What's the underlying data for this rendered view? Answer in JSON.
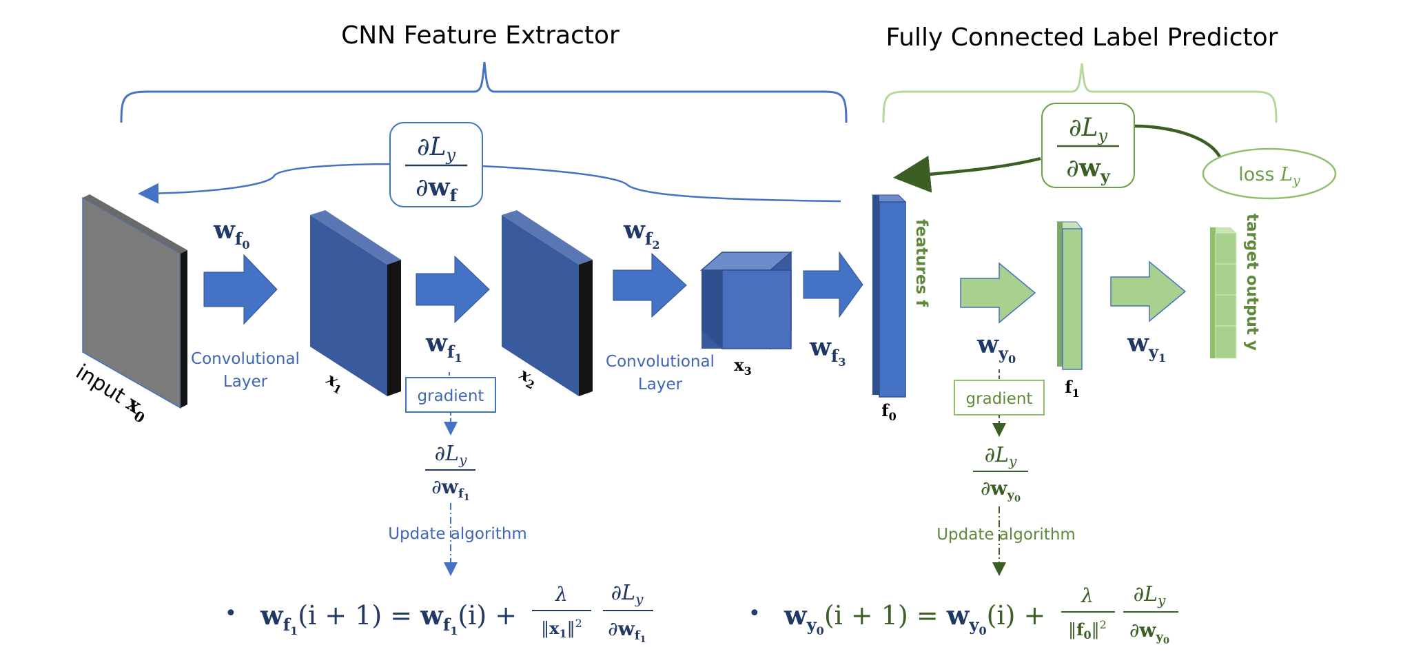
{
  "titles": {
    "cnn": "CNN Feature Extractor",
    "fc": "Fully Connected Label Predictor"
  },
  "labels": {
    "conv_layer_1": [
      "Convolutional",
      "Layer"
    ],
    "conv_layer_2": [
      "Convolutional",
      "Layer"
    ],
    "gradient_blue": "gradient",
    "gradient_green": "gradient",
    "update_blue": "Update algorithm",
    "update_green": "Update algorithm",
    "input_main": "input ",
    "input_sub": "x",
    "input_subsub": "0",
    "features": "features f",
    "target": "target output y",
    "loss_word": "loss ",
    "loss_var": "L",
    "loss_sub": "y",
    "bullet": "•"
  },
  "symbols": {
    "w": "w",
    "f": "f",
    "y": "y",
    "x": "x",
    "d": "∂",
    "L": "L",
    "lambda": "λ",
    "i": "i",
    "zero": "0",
    "one": "1",
    "two": "2",
    "three": "3",
    "eq_mid": "(i + 1) = ",
    "eq_tail": "(i) + ",
    "norm_open": "‖",
    "norm_close": "‖"
  },
  "colors": {
    "blue": "#4472c4",
    "blue_dark": "#2f4f8f",
    "blue_text": "#3f66b6",
    "green_light": "#a9d18e",
    "green_brace": "#b5d89a",
    "green_text": "#5e8a3a",
    "green_dark": "#3b5e25",
    "grey_input": "#7b7b7b",
    "navy_math": "#1f3864"
  }
}
